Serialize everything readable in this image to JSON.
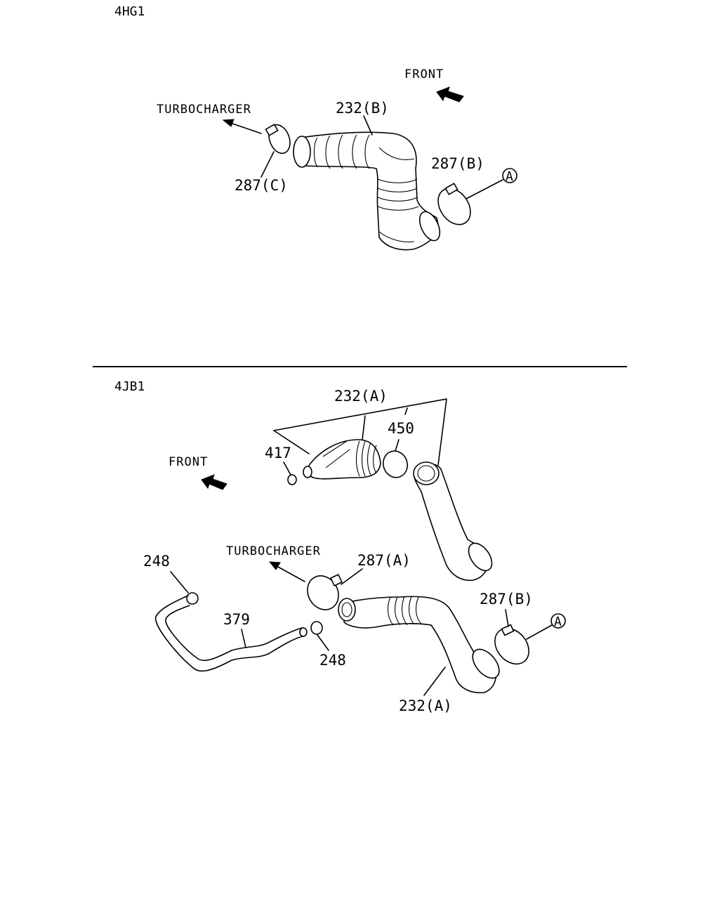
{
  "sections": {
    "top": {
      "engine": "4HG1",
      "front_label": "FRONT",
      "turbocharger_label": "TURBOCHARGER",
      "parts": {
        "hose": "232(B)",
        "clamp_c": "287(C)",
        "clamp_b": "287(B)"
      },
      "ref_circle": "A"
    },
    "bottom": {
      "engine": "4JB1",
      "front_label": "FRONT",
      "turbocharger_label": "TURBOCHARGER",
      "parts": {
        "hose_group": "232(A)",
        "ring": "450",
        "clip_417": "417",
        "clamp_a": "287(A)",
        "clamp_b": "287(B)",
        "clip_248_top": "248",
        "clip_248_bottom": "248",
        "tube_379": "379",
        "hose_lower": "232(A)"
      },
      "ref_circle": "A"
    }
  },
  "colors": {
    "ink": "#000000",
    "paper": "#ffffff"
  }
}
